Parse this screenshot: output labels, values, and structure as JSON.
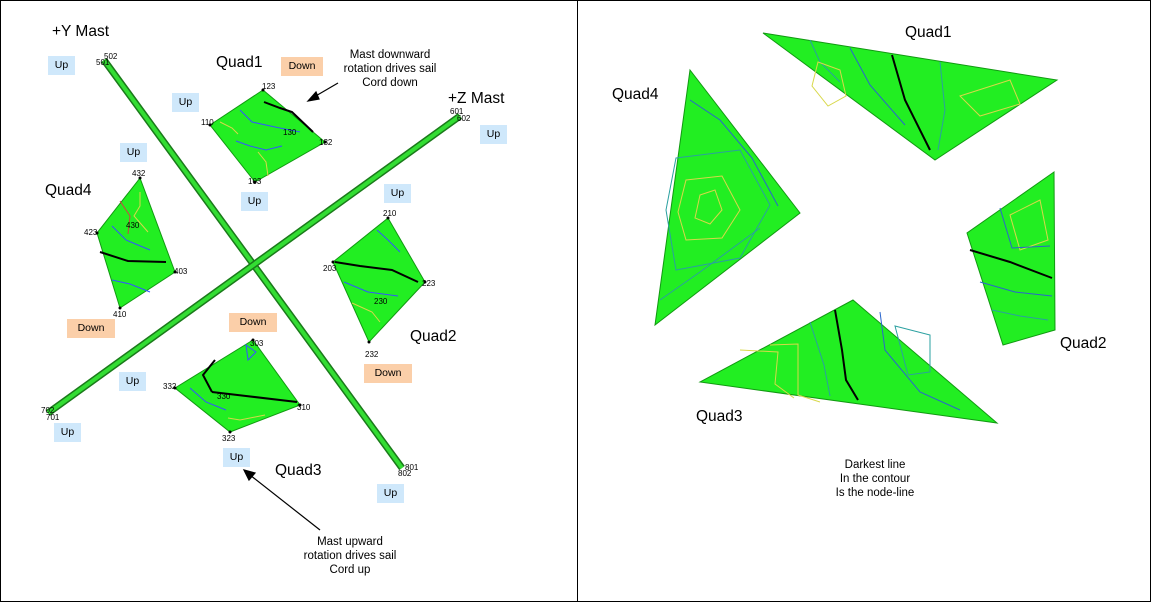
{
  "left_panel": {
    "y_mast_label": "+Y Mast",
    "z_mast_label": "+Z Mast",
    "quad_labels": {
      "q1": "Quad1",
      "q2": "Quad2",
      "q3": "Quad3",
      "q4": "Quad4"
    },
    "tags": {
      "up": "Up",
      "down": "Down"
    },
    "annotation_top": [
      "Mast downward",
      "rotation drives sail",
      "Cord down"
    ],
    "annotation_bottom": [
      "Mast upward",
      "rotation drives sail",
      "Cord up"
    ],
    "node_labels": {
      "n502": "502",
      "n501": "501",
      "n601": "601",
      "n602": "602",
      "n701": "701",
      "n702": "702",
      "n801": "801",
      "n802": "802",
      "n110": "110",
      "n123": "123",
      "n130": "130",
      "n132": "132",
      "n103": "103",
      "n210": "210",
      "n203": "203",
      "n223": "223",
      "n230": "230",
      "n232": "232",
      "n432": "432",
      "n423": "423",
      "n430": "430",
      "n403": "403",
      "n410": "410",
      "n303": "303",
      "n332": "332",
      "n330": "330",
      "n310": "310",
      "n323": "323"
    }
  },
  "right_panel": {
    "quad_labels": {
      "q1": "Quad1",
      "q2": "Quad2",
      "q3": "Quad3",
      "q4": "Quad4"
    },
    "note": [
      "Darkest line",
      "In the contour",
      "Is the node-line"
    ]
  },
  "colors": {
    "sail_fill": "#22ee22",
    "contour_blue": "#3355ff",
    "contour_yellow": "#d8d84a",
    "contour_dark": "#000000",
    "mast_green": "#33dd33",
    "up_tag": "#cfe8fb",
    "down_tag": "#fbcfa9"
  }
}
